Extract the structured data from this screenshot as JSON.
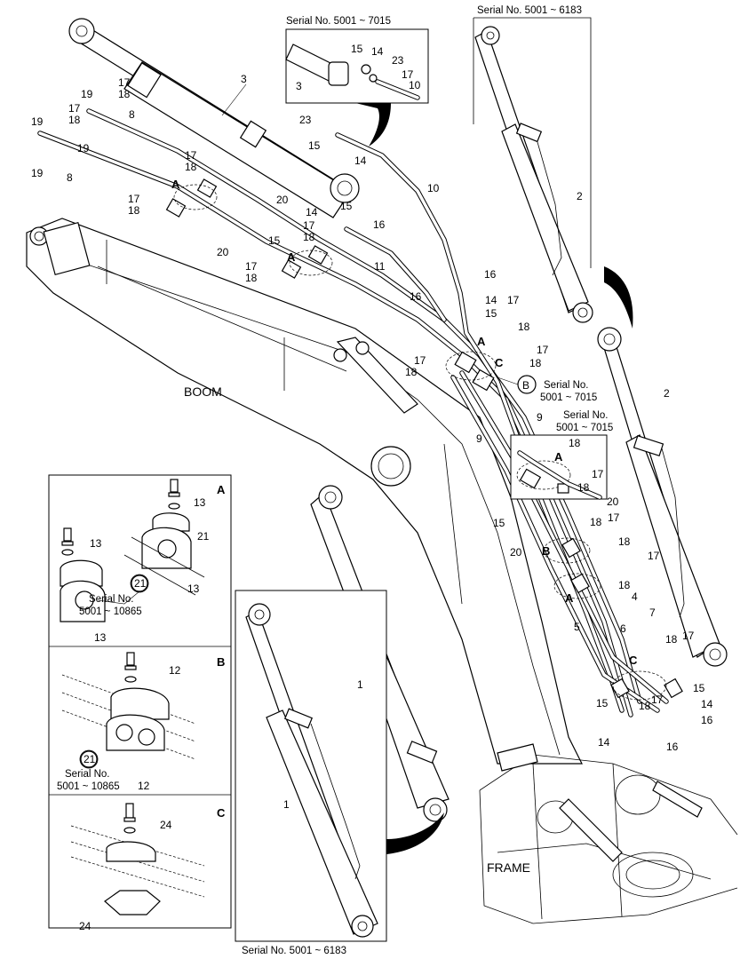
{
  "labels": {
    "boom": "BOOM",
    "frame": "FRAME"
  },
  "serials": {
    "top_inset": "Serial No. 5001 ~ 7015",
    "top_right_inset": "Serial No. 5001 ~ 6183",
    "bottom_inset": "Serial No. 5001 ~ 6183",
    "b_callout_line1": "Serial No.",
    "b_callout_line2": "5001 ~ 7015",
    "mid_box_line1": "Serial No.",
    "mid_box_line2": "5001 ~ 7015",
    "detail_a_line1": "Serial No.",
    "detail_a_line2": "5001 ~ 10865",
    "detail_b_line1": "Serial No.",
    "detail_b_line2": "5001 ~ 10865"
  },
  "detail_letters": {
    "a": "A",
    "b": "B",
    "c": "C"
  },
  "callout_b": "B",
  "part_numbers": {
    "p1": "1",
    "p2": "2",
    "p3": "3",
    "p4": "4",
    "p5": "5",
    "p6": "6",
    "p7": "7",
    "p8": "8",
    "p9": "9",
    "p10": "10",
    "p11": "11",
    "p12": "12",
    "p13": "13",
    "p14": "14",
    "p15": "15",
    "p16": "16",
    "p17": "17",
    "p18": "18",
    "p19": "19",
    "p20": "20",
    "p21": "21",
    "p23": "23",
    "p24": "24"
  }
}
